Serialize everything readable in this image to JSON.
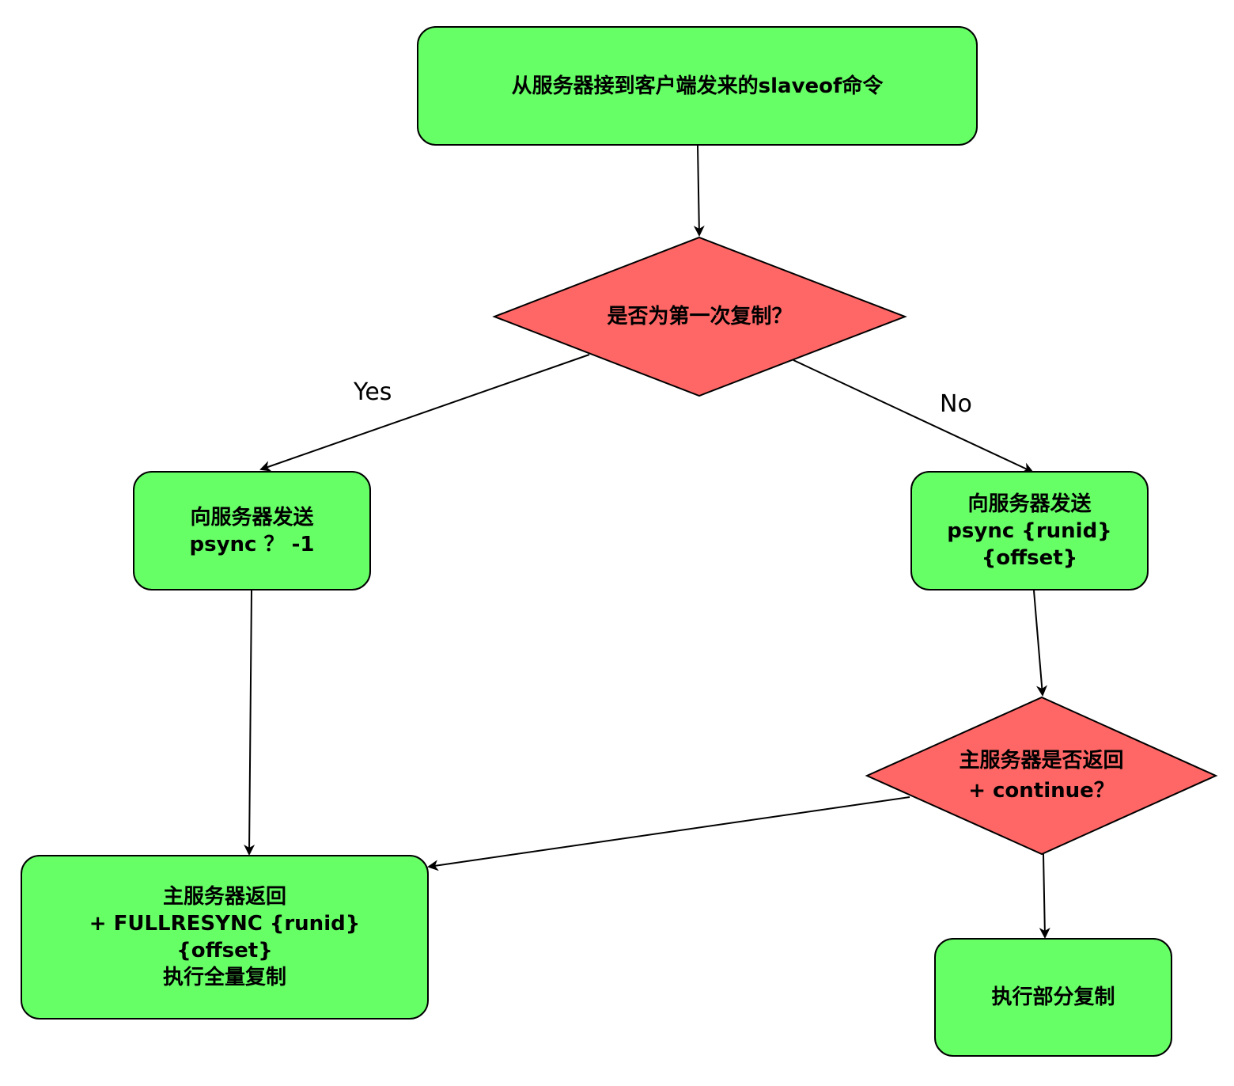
{
  "nodes": {
    "start": {
      "lines": [
        "从服务器接到客户端发来的slaveof命令"
      ]
    },
    "first_time": {
      "lines": [
        "是否为第一次复制？"
      ]
    },
    "send_full": {
      "lines": [
        "向服务器发送",
        "psync ？ -1"
      ]
    },
    "send_partial": {
      "lines": [
        "向服务器发送",
        "psync {runid}",
        "{offset}"
      ]
    },
    "continue_check": {
      "lines": [
        "主服务器是否返回",
        "+ continue？"
      ]
    },
    "full_resync": {
      "lines": [
        "主服务器返回",
        "+ FULLRESYNC {runid}",
        "{offset}",
        "执行全量复制"
      ]
    },
    "partial_copy": {
      "lines": [
        "执行部分复制"
      ]
    }
  },
  "edges": {
    "yes_label": "Yes",
    "no_label": "No"
  },
  "colors": {
    "process_fill": "#66ff66",
    "decision_fill": "#ff6666",
    "stroke": "#000000"
  }
}
